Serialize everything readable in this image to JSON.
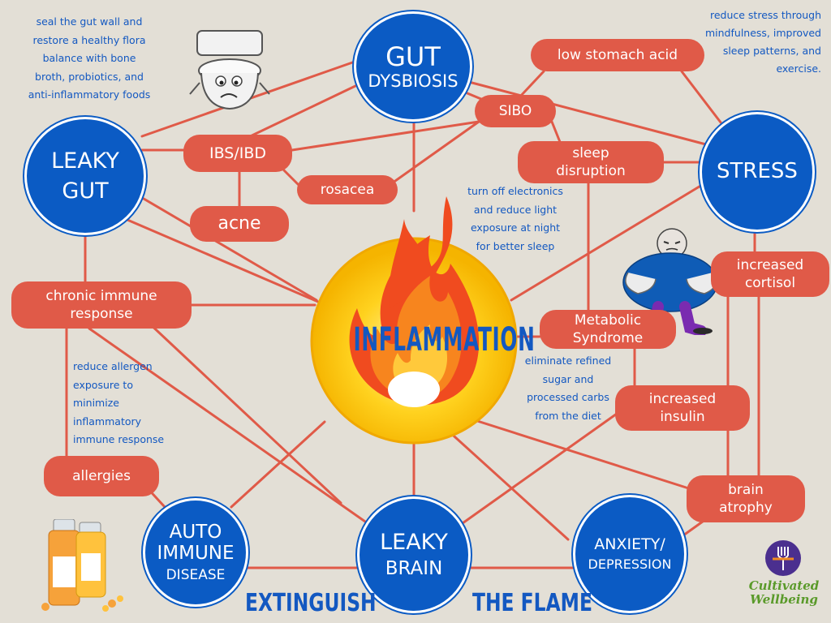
{
  "colors": {
    "background": "#e3dfd6",
    "circle": "#0b5bc4",
    "pill": "#e05a48",
    "line": "#e05a48",
    "note": "#1358c1",
    "brand": "#5a9a2a"
  },
  "circles": {
    "gut_dysbiosis": [
      "GUT",
      "DYSBIOSIS"
    ],
    "leaky_gut": [
      "LEAKY",
      "GUT"
    ],
    "stress": [
      "STRESS"
    ],
    "autoimmune": [
      "AUTO",
      "IMMUNE",
      "DISEASE"
    ],
    "leaky_brain": [
      "LEAKY",
      "BRAIN"
    ],
    "anxiety": [
      "ANXIETY/",
      "DEPRESSION"
    ]
  },
  "pills": {
    "low_stomach_acid": [
      "low stomach acid"
    ],
    "sibo": [
      "SIBO"
    ],
    "ibs": [
      "IBS/IBD"
    ],
    "sleep": [
      "sleep",
      "disruption"
    ],
    "rosacea": [
      "rosacea"
    ],
    "acne": [
      "acne"
    ],
    "chronic_immune": [
      "chronic immune",
      "response"
    ],
    "cortisol": [
      "increased",
      "cortisol"
    ],
    "metabolic": [
      "Metabolic",
      "Syndrome"
    ],
    "insulin": [
      "increased",
      "insulin"
    ],
    "allergies": [
      "allergies"
    ],
    "brain_atrophy": [
      "brain",
      "atrophy"
    ]
  },
  "notes": {
    "gut_tip": [
      "seal the gut wall and",
      "restore a healthy flora",
      "balance with bone",
      "broth, probiotics, and",
      "anti-inflammatory foods"
    ],
    "stress_tip": [
      "reduce stress through",
      "mindfulness, improved",
      "sleep patterns, and",
      "exercise."
    ],
    "sleep_tip": [
      "turn off electronics",
      "and reduce light",
      "exposure at night",
      "for better sleep"
    ],
    "sugar_tip": [
      "eliminate refined",
      "sugar and",
      "processed carbs",
      "from the diet"
    ],
    "allergen_tip": [
      "reduce allergen",
      "exposure to",
      "minimize",
      "inflammatory",
      "immune response"
    ]
  },
  "center_label": "INFLAMMATION",
  "banner": {
    "left": "EXTINGUISH",
    "right": "THE FLAME"
  },
  "brand": [
    "Cultivated",
    "Wellbeing"
  ],
  "icons": [
    "toilet-icon",
    "flame-icon",
    "stressed-man-icon",
    "pill-bottles-icon",
    "fork-logo-icon"
  ]
}
